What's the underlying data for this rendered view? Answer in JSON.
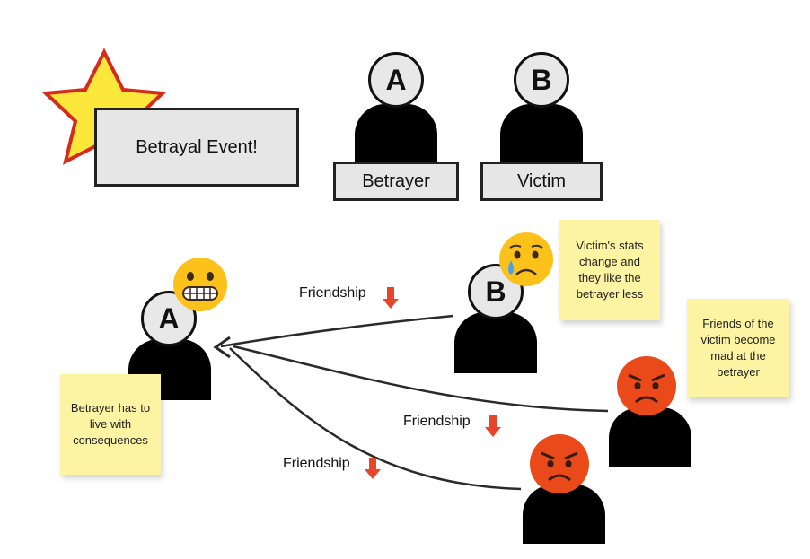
{
  "event": {
    "label": "Betrayal Event!"
  },
  "roles": {
    "betrayer": {
      "letter": "A",
      "label": "Betrayer"
    },
    "victim": {
      "letter": "B",
      "label": "Victim"
    }
  },
  "scene": {
    "betrayer_letter": "A",
    "victim_letter": "B",
    "friendship_label": "Friendship"
  },
  "notes": {
    "victim": "Victim's stats change and they like the betrayer less",
    "friends": "Friends of the victim become mad at the betrayer",
    "betrayer": "Betrayer has to live with consequences"
  },
  "icons": {
    "grimace": "grimacing-face-icon",
    "crying": "crying-face-icon",
    "angry": "angry-face-icon",
    "star": "star-icon",
    "down_arrow": "down-arrow-icon"
  },
  "colors": {
    "sticky": "#fdf4a3",
    "star_fill": "#fbe83a",
    "star_stroke": "#d62a1a",
    "down_arrow": "#e8462a",
    "angry": "#ea4a1a"
  }
}
